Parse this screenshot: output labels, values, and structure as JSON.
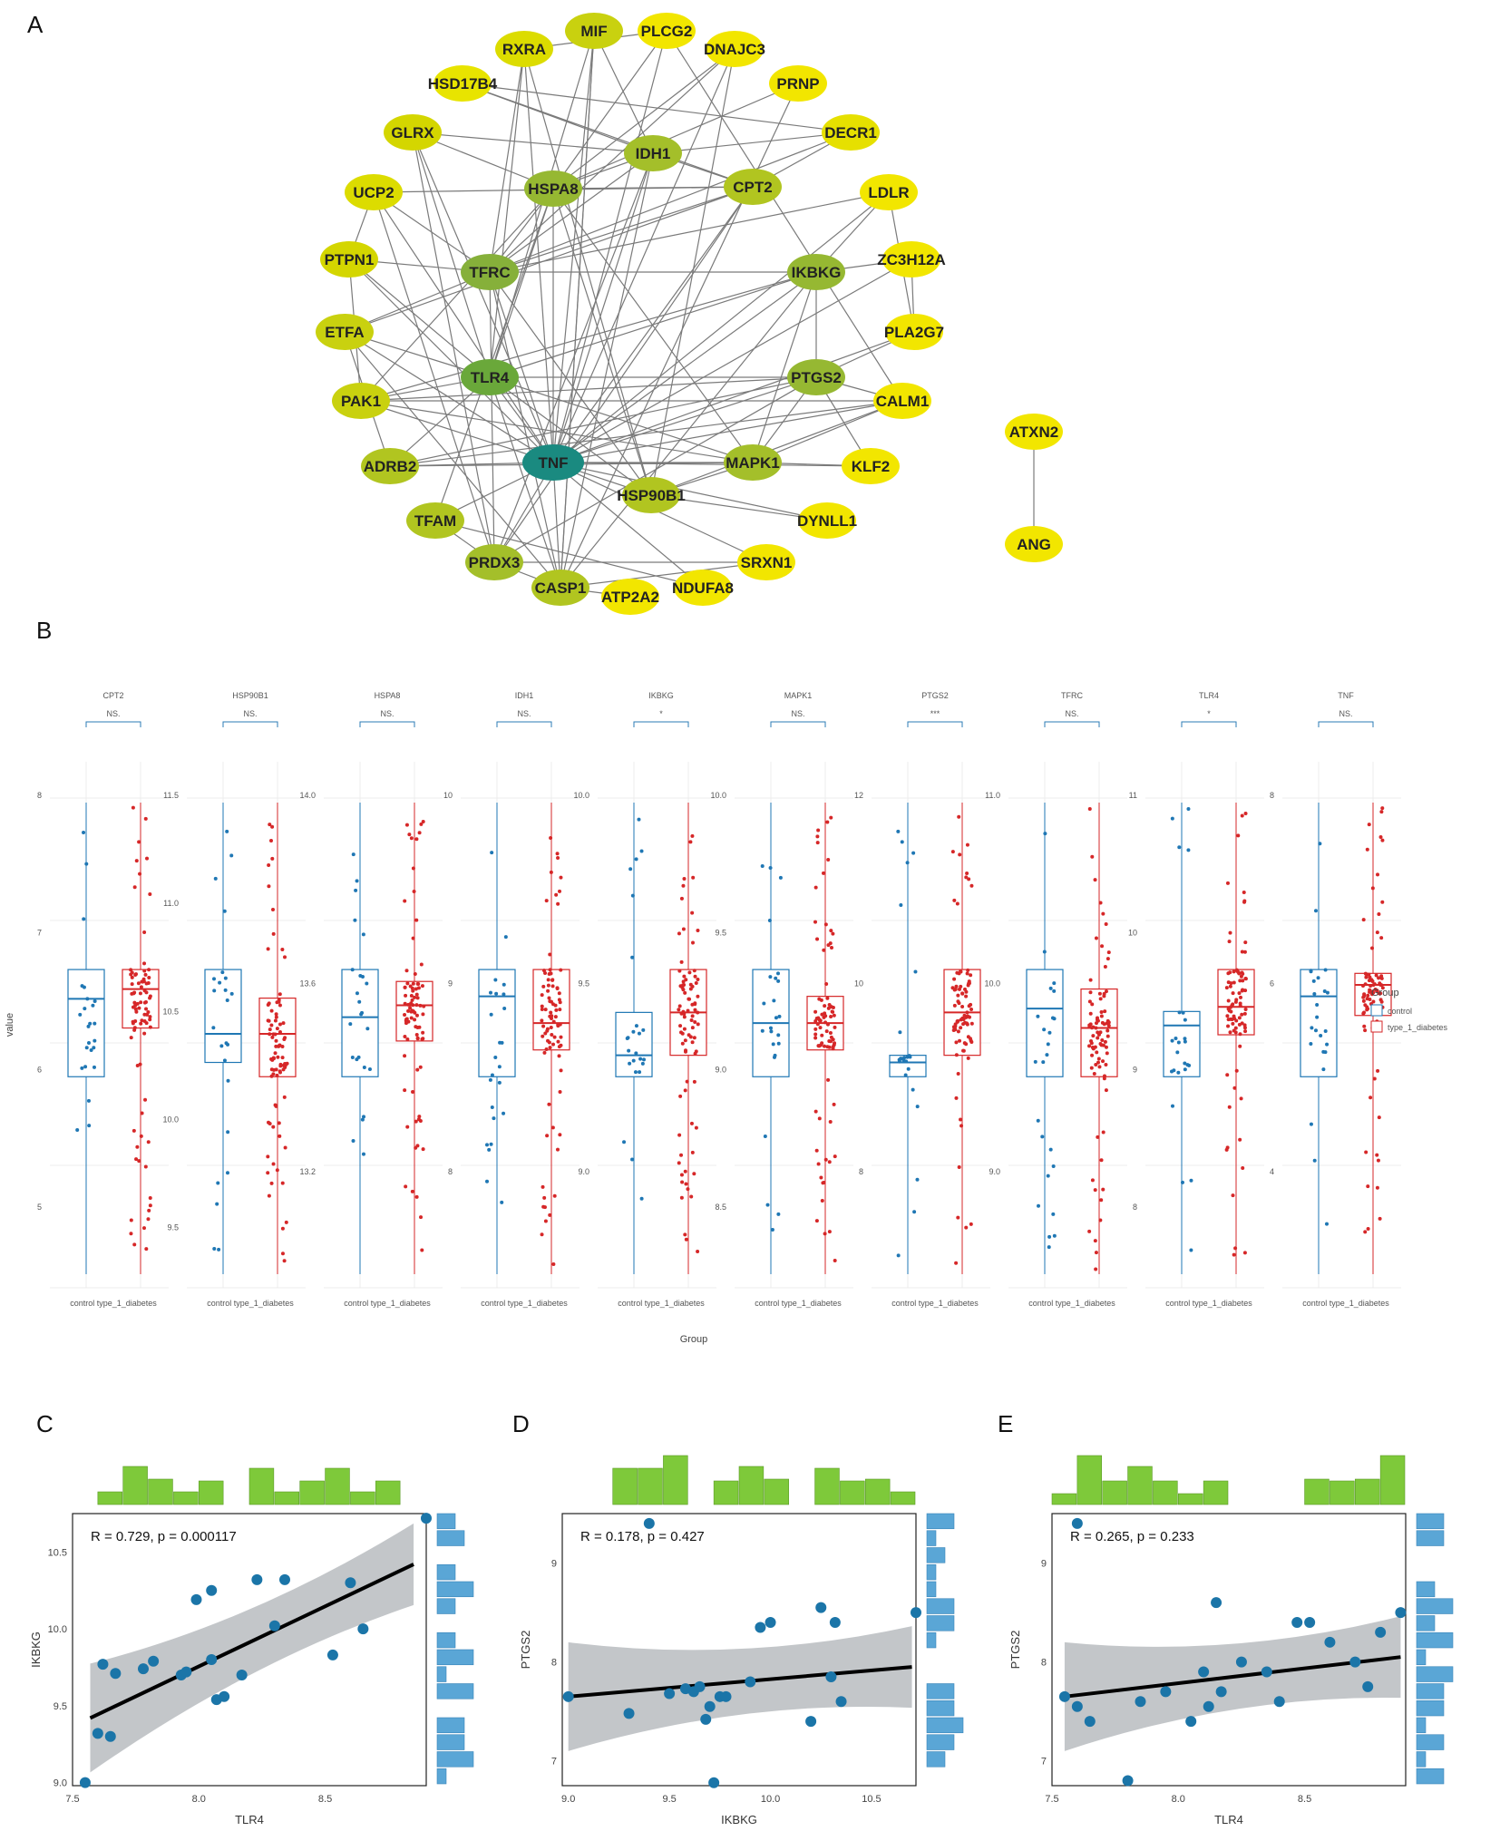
{
  "panels": {
    "a": "A",
    "b": "B",
    "c": "C",
    "d": "D",
    "e": "E"
  },
  "network": {
    "nodes": [
      {
        "id": "MIF",
        "color": "#c9d10f"
      },
      {
        "id": "PLCG2",
        "color": "#f2e600"
      },
      {
        "id": "RXRA",
        "color": "#dcdc00"
      },
      {
        "id": "DNAJC3",
        "color": "#f2e600"
      },
      {
        "id": "HSD17B4",
        "color": "#e8e400"
      },
      {
        "id": "PRNP",
        "color": "#f2e600"
      },
      {
        "id": "DECR1",
        "color": "#e6e000"
      },
      {
        "id": "GLRX",
        "color": "#d4d600"
      },
      {
        "id": "IDH1",
        "color": "#a4bf2a"
      },
      {
        "id": "UCP2",
        "color": "#dcdc00"
      },
      {
        "id": "HSPA8",
        "color": "#96b832"
      },
      {
        "id": "CPT2",
        "color": "#b1c520"
      },
      {
        "id": "LDLR",
        "color": "#f2e600"
      },
      {
        "id": "PTPN1",
        "color": "#d4d600"
      },
      {
        "id": "TFRC",
        "color": "#86b03a"
      },
      {
        "id": "IKBKG",
        "color": "#96b832"
      },
      {
        "id": "ZC3H12A",
        "color": "#f2e600"
      },
      {
        "id": "ETFA",
        "color": "#c9d10f"
      },
      {
        "id": "PLA2G7",
        "color": "#f2e600"
      },
      {
        "id": "TLR4",
        "color": "#6aa83a"
      },
      {
        "id": "PTGS2",
        "color": "#96b832"
      },
      {
        "id": "PAK1",
        "color": "#c9d10f"
      },
      {
        "id": "CALM1",
        "color": "#f2e600"
      },
      {
        "id": "TNF",
        "color": "#1a8a80"
      },
      {
        "id": "ADRB2",
        "color": "#b1c520"
      },
      {
        "id": "MAPK1",
        "color": "#a4bf2a"
      },
      {
        "id": "KLF2",
        "color": "#f2e600"
      },
      {
        "id": "HSP90B1",
        "color": "#b1c520"
      },
      {
        "id": "TFAM",
        "color": "#b1c520"
      },
      {
        "id": "DYNLL1",
        "color": "#f2e600"
      },
      {
        "id": "PRDX3",
        "color": "#a4bf2a"
      },
      {
        "id": "SRXN1",
        "color": "#f2e600"
      },
      {
        "id": "CASP1",
        "color": "#b1c520"
      },
      {
        "id": "NDUFA8",
        "color": "#f2e600"
      },
      {
        "id": "ATP2A2",
        "color": "#f2e600"
      },
      {
        "id": "ATXN2",
        "color": "#f2e600"
      },
      {
        "id": "ANG",
        "color": "#f2e600"
      }
    ],
    "edges": [
      [
        "TNF",
        "TLR4"
      ],
      [
        "TNF",
        "TFRC"
      ],
      [
        "TNF",
        "HSPA8"
      ],
      [
        "TNF",
        "IKBKG"
      ],
      [
        "TNF",
        "PTGS2"
      ],
      [
        "TNF",
        "MAPK1"
      ],
      [
        "TNF",
        "CASP1"
      ],
      [
        "TNF",
        "PRDX3"
      ],
      [
        "TNF",
        "ADRB2"
      ],
      [
        "TNF",
        "PAK1"
      ],
      [
        "TNF",
        "ETFA"
      ],
      [
        "TNF",
        "UCP2"
      ],
      [
        "TNF",
        "GLRX"
      ],
      [
        "TNF",
        "MIF"
      ],
      [
        "TNF",
        "PLCG2"
      ],
      [
        "TNF",
        "DNAJC3"
      ],
      [
        "TNF",
        "LDLR"
      ],
      [
        "TNF",
        "CALM1"
      ],
      [
        "TNF",
        "KLF2"
      ],
      [
        "TNF",
        "DYNLL1"
      ],
      [
        "TNF",
        "SRXN1"
      ],
      [
        "TNF",
        "NDUFA8"
      ],
      [
        "TNF",
        "TFAM"
      ],
      [
        "TNF",
        "HSP90B1"
      ],
      [
        "TNF",
        "PTPN1"
      ],
      [
        "TNF",
        "CPT2"
      ],
      [
        "TNF",
        "IDH1"
      ],
      [
        "TNF",
        "RXRA"
      ],
      [
        "TNF",
        "ZC3H12A"
      ],
      [
        "TNF",
        "PLA2G7"
      ],
      [
        "TLR4",
        "PTGS2"
      ],
      [
        "TLR4",
        "MAPK1"
      ],
      [
        "TLR4",
        "IKBKG"
      ],
      [
        "TLR4",
        "HSPA8"
      ],
      [
        "TLR4",
        "CASP1"
      ],
      [
        "TLR4",
        "PAK1"
      ],
      [
        "TLR4",
        "ETFA"
      ],
      [
        "TLR4",
        "MIF"
      ],
      [
        "TLR4",
        "RXRA"
      ],
      [
        "TLR4",
        "HSP90B1"
      ],
      [
        "TLR4",
        "ADRB2"
      ],
      [
        "TLR4",
        "PTPN1"
      ],
      [
        "TFRC",
        "IDH1"
      ],
      [
        "TFRC",
        "HSPA8"
      ],
      [
        "TFRC",
        "IKBKG"
      ],
      [
        "TFRC",
        "LDLR"
      ],
      [
        "TFRC",
        "PRDX3"
      ],
      [
        "TFRC",
        "CPT2"
      ],
      [
        "TFRC",
        "UCP2"
      ],
      [
        "TFRC",
        "PTPN1"
      ],
      [
        "TFRC",
        "ETFA"
      ],
      [
        "TFRC",
        "DECR1"
      ],
      [
        "TFRC",
        "HSP90B1"
      ],
      [
        "TFRC",
        "CASP1"
      ],
      [
        "HSPA8",
        "IDH1"
      ],
      [
        "HSPA8",
        "CPT2"
      ],
      [
        "HSPA8",
        "HSP90B1"
      ],
      [
        "HSPA8",
        "PRNP"
      ],
      [
        "HSPA8",
        "DNAJC3"
      ],
      [
        "HSPA8",
        "PAK1"
      ],
      [
        "HSPA8",
        "GLRX"
      ],
      [
        "HSPA8",
        "MAPK1"
      ],
      [
        "HSPA8",
        "PLCG2"
      ],
      [
        "HSPA8",
        "TFAM"
      ],
      [
        "IDH1",
        "CPT2"
      ],
      [
        "IDH1",
        "HSD17B4"
      ],
      [
        "IDH1",
        "DECR1"
      ],
      [
        "IDH1",
        "GLRX"
      ],
      [
        "IDH1",
        "PRDX3"
      ],
      [
        "IDH1",
        "MIF"
      ],
      [
        "IDH1",
        "CASP1"
      ],
      [
        "CPT2",
        "DECR1"
      ],
      [
        "CPT2",
        "HSD17B4"
      ],
      [
        "CPT2",
        "ETFA"
      ],
      [
        "CPT2",
        "UCP2"
      ],
      [
        "CPT2",
        "PRDX3"
      ],
      [
        "IKBKG",
        "PTGS2"
      ],
      [
        "IKBKG",
        "MAPK1"
      ],
      [
        "IKBKG",
        "ZC3H12A"
      ],
      [
        "IKBKG",
        "CASP1"
      ],
      [
        "IKBKG",
        "LDLR"
      ],
      [
        "IKBKG",
        "PAK1"
      ],
      [
        "PTGS2",
        "MAPK1"
      ],
      [
        "PTGS2",
        "CALM1"
      ],
      [
        "PTGS2",
        "PLA2G7"
      ],
      [
        "PTGS2",
        "KLF2"
      ],
      [
        "PTGS2",
        "ADRB2"
      ],
      [
        "PTGS2",
        "PAK1"
      ],
      [
        "PTGS2",
        "PRDX3"
      ],
      [
        "MAPK1",
        "KLF2"
      ],
      [
        "MAPK1",
        "ADRB2"
      ],
      [
        "MAPK1",
        "PAK1"
      ],
      [
        "MAPK1",
        "HSP90B1"
      ],
      [
        "MAPK1",
        "CALM1"
      ],
      [
        "CASP1",
        "SRXN1"
      ],
      [
        "CASP1",
        "PRDX3"
      ],
      [
        "CASP1",
        "ATP2A2"
      ],
      [
        "CASP1",
        "MIF"
      ],
      [
        "HSP90B1",
        "DYNLL1"
      ],
      [
        "HSP90B1",
        "CALM1"
      ],
      [
        "HSP90B1",
        "RXRA"
      ],
      [
        "PRDX3",
        "SRXN1"
      ],
      [
        "PRDX3",
        "TFAM"
      ],
      [
        "PRDX3",
        "UCP2"
      ],
      [
        "CALM1",
        "PAK1"
      ],
      [
        "CALM1",
        "ADRB2"
      ],
      [
        "ADRB2",
        "ETFA"
      ],
      [
        "PAK1",
        "PTPN1"
      ],
      [
        "GLRX",
        "PRDX3"
      ],
      [
        "HSD17B4",
        "DECR1"
      ],
      [
        "RXRA",
        "PLCG2"
      ],
      [
        "MIF",
        "CASP1"
      ],
      [
        "PLCG2",
        "CALM1"
      ],
      [
        "DNAJC3",
        "HSP90B1"
      ],
      [
        "PRNP",
        "CASP1"
      ],
      [
        "LDLR",
        "PLA2G7"
      ],
      [
        "ZC3H12A",
        "PLA2G7"
      ],
      [
        "NDUFA8",
        "TFAM"
      ],
      [
        "ATXN2",
        "ANG"
      ],
      [
        "UCP2",
        "PTPN1"
      ],
      [
        "ETFA",
        "CASP1"
      ],
      [
        "RXRA",
        "TFRC"
      ],
      [
        "GLRX",
        "TLR4"
      ],
      [
        "DNAJC3",
        "TFRC"
      ]
    ]
  },
  "boxplots": {
    "ylabel": "value",
    "xlabel": "Group",
    "legend_title": "Group",
    "groups": [
      "control",
      "type_1_diabetes"
    ],
    "colors": {
      "control": "#1f77b4",
      "type_1_diabetes": "#d62728"
    },
    "tick_label": "control type_1_diabetes",
    "genes": [
      {
        "name": "CPT2",
        "sig": "NS.",
        "yticks": [
          "8",
          "7",
          "6",
          "5"
        ],
        "ctrl": {
          "q1": 7.35,
          "med": 7.75,
          "q3": 7.9
        },
        "t1d": {
          "q1": 7.6,
          "med": 7.8,
          "q3": 7.9
        }
      },
      {
        "name": "HSP90B1",
        "sig": "NS.",
        "yticks": [
          "11.5",
          "11.0",
          "10.5",
          "10.0",
          "9.5"
        ],
        "ctrl": {
          "q1": 10.15,
          "med": 10.35,
          "q3": 10.8
        },
        "t1d": {
          "q1": 10.05,
          "med": 10.35,
          "q3": 10.6
        }
      },
      {
        "name": "HSPA8",
        "sig": "NS.",
        "yticks": [
          "14.0",
          "13.6",
          "13.2"
        ],
        "ctrl": {
          "q1": 13.5,
          "med": 13.75,
          "q3": 13.95
        },
        "t1d": {
          "q1": 13.65,
          "med": 13.8,
          "q3": 13.9
        }
      },
      {
        "name": "IDH1",
        "sig": "NS.",
        "yticks": [
          "10",
          "9",
          "8"
        ],
        "ctrl": {
          "q1": 9.8,
          "med": 9.95,
          "q3": 10.0
        },
        "t1d": {
          "q1": 9.85,
          "med": 9.9,
          "q3": 10.0
        }
      },
      {
        "name": "IKBKG",
        "sig": "*",
        "yticks": [
          "10.0",
          "9.5",
          "9.0"
        ],
        "ctrl": {
          "q1": 9.1,
          "med": 9.2,
          "q3": 9.4
        },
        "t1d": {
          "q1": 9.2,
          "med": 9.4,
          "q3": 9.6
        }
      },
      {
        "name": "MAPK1",
        "sig": "NS.",
        "yticks": [
          "10.0",
          "9.5",
          "9.0",
          "8.5"
        ],
        "ctrl": {
          "q1": 9.4,
          "med": 9.6,
          "q3": 9.8
        },
        "t1d": {
          "q1": 9.5,
          "med": 9.6,
          "q3": 9.7
        }
      },
      {
        "name": "PTGS2",
        "sig": "***",
        "yticks": [
          "12",
          "10",
          "8"
        ],
        "ctrl": {
          "q1": 8.6,
          "med": 8.8,
          "q3": 8.9
        },
        "t1d": {
          "q1": 8.9,
          "med": 9.5,
          "q3": 10.1
        }
      },
      {
        "name": "TFRC",
        "sig": "NS.",
        "yticks": [
          "11.0",
          "10.0",
          "9.0"
        ],
        "ctrl": {
          "q1": 10.05,
          "med": 10.4,
          "q3": 10.6
        },
        "t1d": {
          "q1": 10.05,
          "med": 10.3,
          "q3": 10.5
        }
      },
      {
        "name": "TLR4",
        "sig": "*",
        "yticks": [
          "11",
          "10",
          "9",
          "8"
        ],
        "ctrl": {
          "q1": 8.85,
          "med": 9.4,
          "q3": 9.55
        },
        "t1d": {
          "q1": 9.3,
          "med": 9.6,
          "q3": 10.0
        }
      },
      {
        "name": "TNF",
        "sig": "NS.",
        "yticks": [
          "8",
          "6",
          "4"
        ],
        "ctrl": {
          "q1": 6.3,
          "med": 7.35,
          "q3": 7.7
        },
        "t1d": {
          "q1": 7.1,
          "med": 7.5,
          "q3": 7.65
        }
      }
    ]
  },
  "chart_data": [
    {
      "type": "scatter",
      "title": "",
      "xlabel": "TLR4",
      "ylabel": "IKBKG",
      "xlim": [
        7.5,
        8.9
      ],
      "ylim": [
        8.98,
        10.75
      ],
      "xticks": [
        "7.5",
        "8.0",
        "8.5"
      ],
      "yticks": [
        "10.5",
        "10.0",
        "9.5",
        "9.0"
      ],
      "stat": "R = 0.729, p = 0.000117",
      "fit": {
        "x0": 7.57,
        "y0": 9.42,
        "x1": 8.85,
        "y1": 10.42
      },
      "points": [
        [
          7.55,
          9.0
        ],
        [
          7.6,
          9.32
        ],
        [
          7.62,
          9.77
        ],
        [
          7.65,
          9.3
        ],
        [
          7.67,
          9.71
        ],
        [
          7.78,
          9.74
        ],
        [
          7.82,
          9.79
        ],
        [
          7.93,
          9.7
        ],
        [
          7.95,
          9.72
        ],
        [
          7.99,
          10.19
        ],
        [
          8.05,
          10.25
        ],
        [
          8.05,
          9.8
        ],
        [
          8.07,
          9.54
        ],
        [
          8.1,
          9.56
        ],
        [
          8.17,
          9.7
        ],
        [
          8.23,
          10.32
        ],
        [
          8.3,
          10.02
        ],
        [
          8.34,
          10.32
        ],
        [
          8.53,
          9.83
        ],
        [
          8.6,
          10.3
        ],
        [
          8.65,
          10.0
        ],
        [
          8.9,
          10.72
        ]
      ]
    },
    {
      "type": "scatter",
      "title": "",
      "xlabel": "IKBKG",
      "ylabel": "PTGS2",
      "xlim": [
        8.97,
        10.72
      ],
      "ylim": [
        6.75,
        9.5
      ],
      "xticks": [
        "9.0",
        "9.5",
        "10.0",
        "10.5"
      ],
      "yticks": [
        "9",
        "8",
        "7"
      ],
      "stat": "R = 0.178, p = 0.427",
      "fit": {
        "x0": 9.0,
        "y0": 7.65,
        "x1": 10.7,
        "y1": 7.95
      },
      "points": [
        [
          9.0,
          7.65
        ],
        [
          9.3,
          7.48
        ],
        [
          9.4,
          9.4
        ],
        [
          9.5,
          7.68
        ],
        [
          9.58,
          7.73
        ],
        [
          9.62,
          7.7
        ],
        [
          9.65,
          7.75
        ],
        [
          9.68,
          7.42
        ],
        [
          9.7,
          7.55
        ],
        [
          9.72,
          6.78
        ],
        [
          9.75,
          7.65
        ],
        [
          9.78,
          7.65
        ],
        [
          9.9,
          7.8
        ],
        [
          9.95,
          8.35
        ],
        [
          10.0,
          8.4
        ],
        [
          10.2,
          7.4
        ],
        [
          10.25,
          8.55
        ],
        [
          10.3,
          7.85
        ],
        [
          10.32,
          8.4
        ],
        [
          10.35,
          7.6
        ],
        [
          10.72,
          8.5
        ]
      ]
    },
    {
      "type": "scatter",
      "title": "",
      "xlabel": "TLR4",
      "ylabel": "PTGS2",
      "xlim": [
        7.5,
        8.9
      ],
      "ylim": [
        6.75,
        9.5
      ],
      "xticks": [
        "7.5",
        "8.0",
        "8.5"
      ],
      "yticks": [
        "9",
        "8",
        "7"
      ],
      "stat": "R = 0.265, p = 0.233",
      "fit": {
        "x0": 7.55,
        "y0": 7.65,
        "x1": 8.88,
        "y1": 8.05
      },
      "points": [
        [
          7.6,
          9.4
        ],
        [
          7.55,
          7.65
        ],
        [
          7.6,
          7.55
        ],
        [
          7.65,
          7.4
        ],
        [
          7.8,
          6.8
        ],
        [
          7.85,
          7.6
        ],
        [
          7.95,
          7.7
        ],
        [
          8.05,
          7.4
        ],
        [
          8.1,
          7.9
        ],
        [
          8.12,
          7.55
        ],
        [
          8.15,
          8.6
        ],
        [
          8.17,
          7.7
        ],
        [
          8.25,
          8.0
        ],
        [
          8.35,
          7.9
        ],
        [
          8.4,
          7.6
        ],
        [
          8.47,
          8.4
        ],
        [
          8.52,
          8.4
        ],
        [
          8.6,
          8.2
        ],
        [
          8.7,
          8.0
        ],
        [
          8.75,
          7.75
        ],
        [
          8.8,
          8.3
        ],
        [
          8.88,
          8.5
        ]
      ]
    }
  ]
}
